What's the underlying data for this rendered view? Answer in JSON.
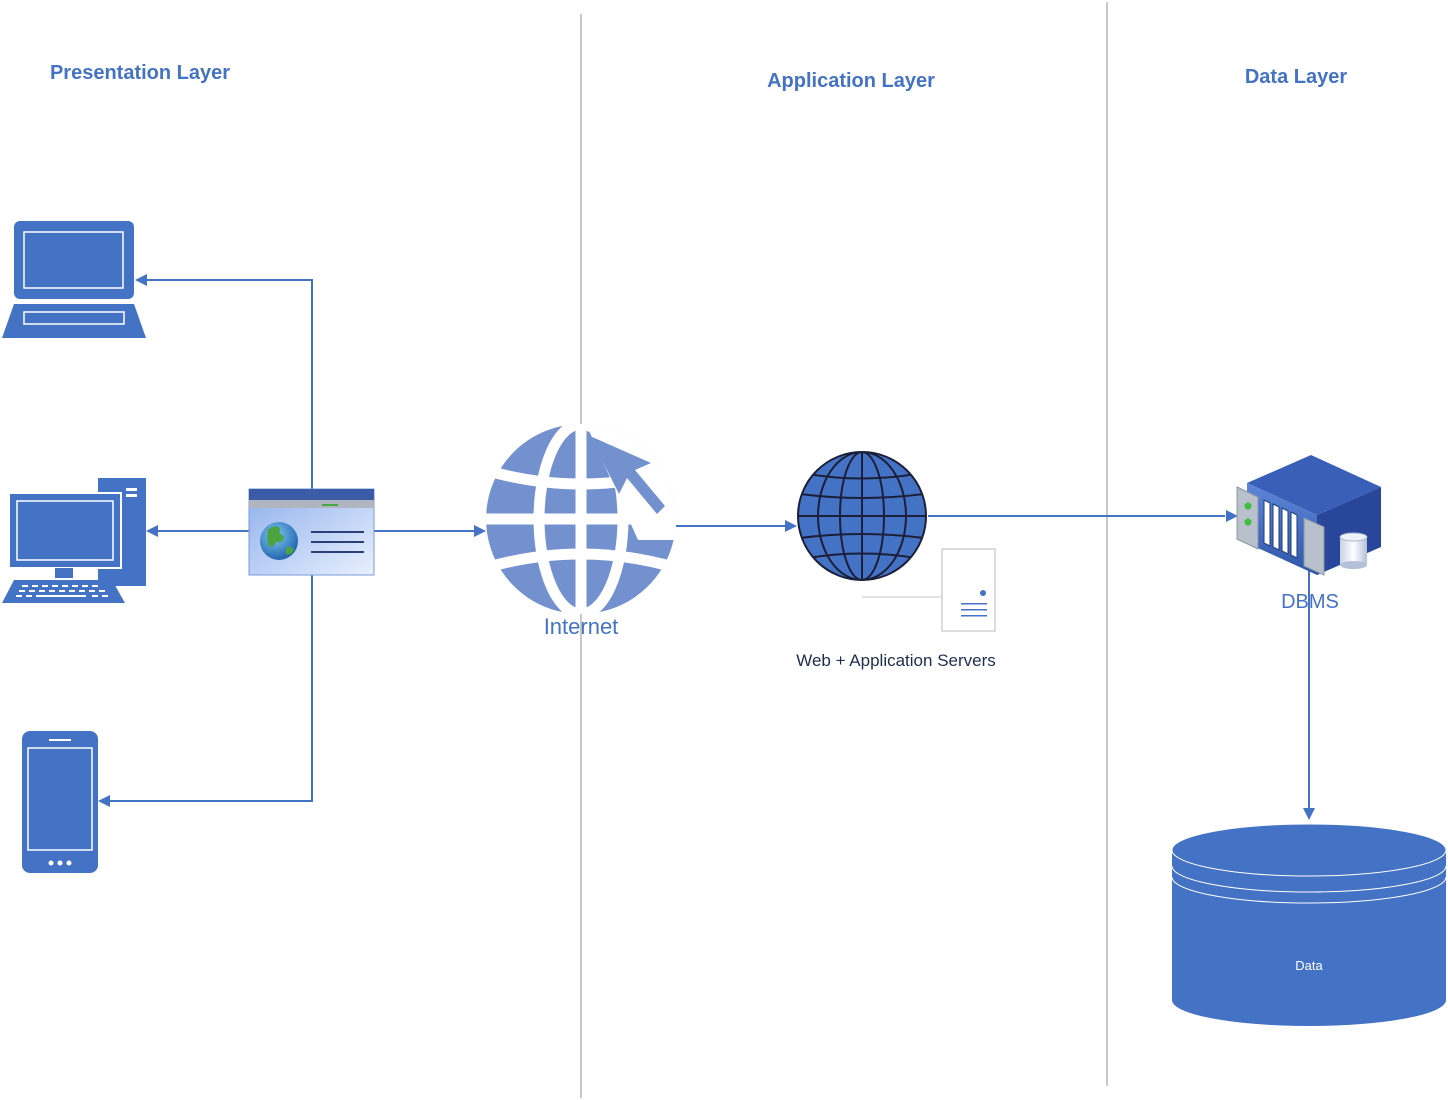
{
  "layers": {
    "presentation": "Presentation Layer",
    "application": "Application Layer",
    "data": "Data Layer"
  },
  "nodes": {
    "internet": "Internet",
    "servers": "Web + Application Servers",
    "dbms": "DBMS",
    "data_store": "Data"
  },
  "icons": {
    "laptop": "laptop-icon",
    "desktop": "desktop-computer-icon",
    "mobile": "mobile-phone-icon",
    "browser": "web-browser-icon",
    "internet": "internet-globe-icon",
    "web_server": "web-server-globe-icon",
    "server": "server-icon",
    "dbms": "database-server-icon",
    "data_store": "database-cylinder-icon"
  },
  "colors": {
    "primary": "#4472c4",
    "internet_globe": "#7390cf",
    "divider": "#c8c8c8"
  }
}
